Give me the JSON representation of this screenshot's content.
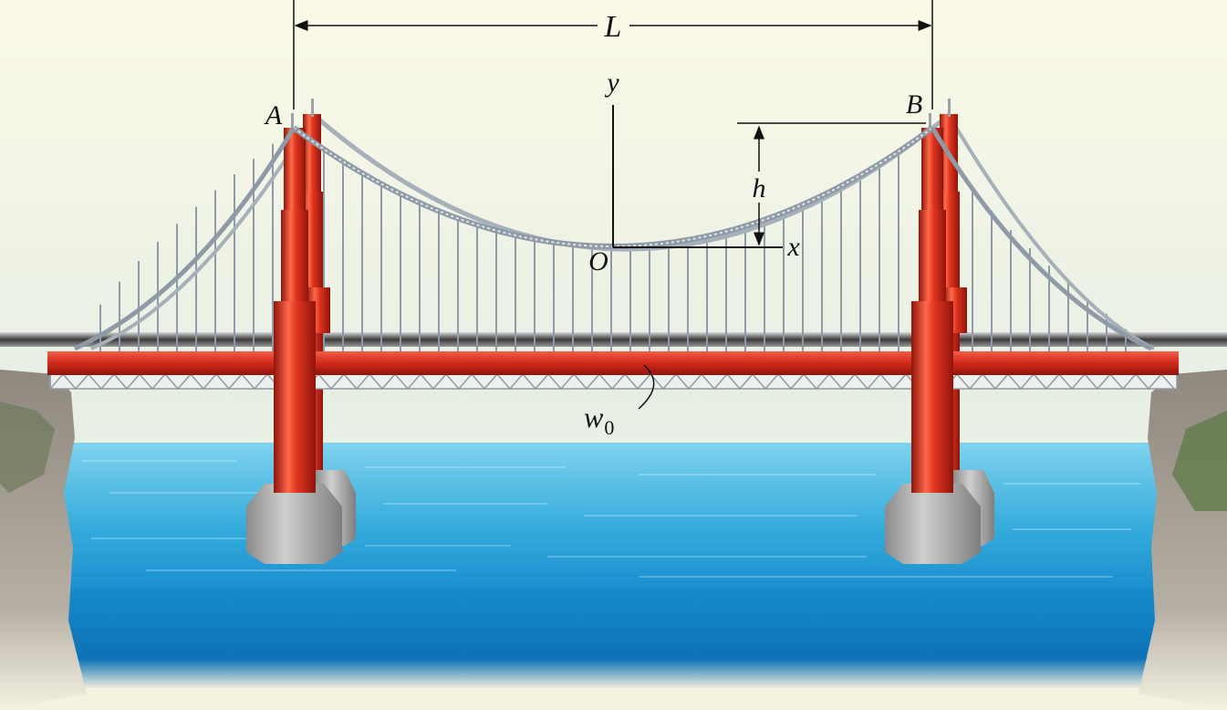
{
  "labels": {
    "span": "L",
    "point_a": "A",
    "point_b": "B",
    "origin": "O",
    "axis_x": "x",
    "axis_y": "y",
    "sag": "h",
    "load_symbol": "w",
    "load_subscript": "0"
  },
  "colors": {
    "sky_top": "#f7f6e4",
    "sky_bottom": "#e8efe6",
    "tower_red": "#d62c1c",
    "tower_dark": "#9e1a10",
    "cable_gray": "#8e9aa6",
    "water_light": "#5cc6e6",
    "water_dark": "#0f77b8",
    "rock": "#9a938a",
    "pier_gray": "#a9a9a9"
  },
  "icons": {
    "left_tower": "tower",
    "right_tower": "tower",
    "main_cable": "parabolic-cable",
    "deck": "truss-deck"
  }
}
